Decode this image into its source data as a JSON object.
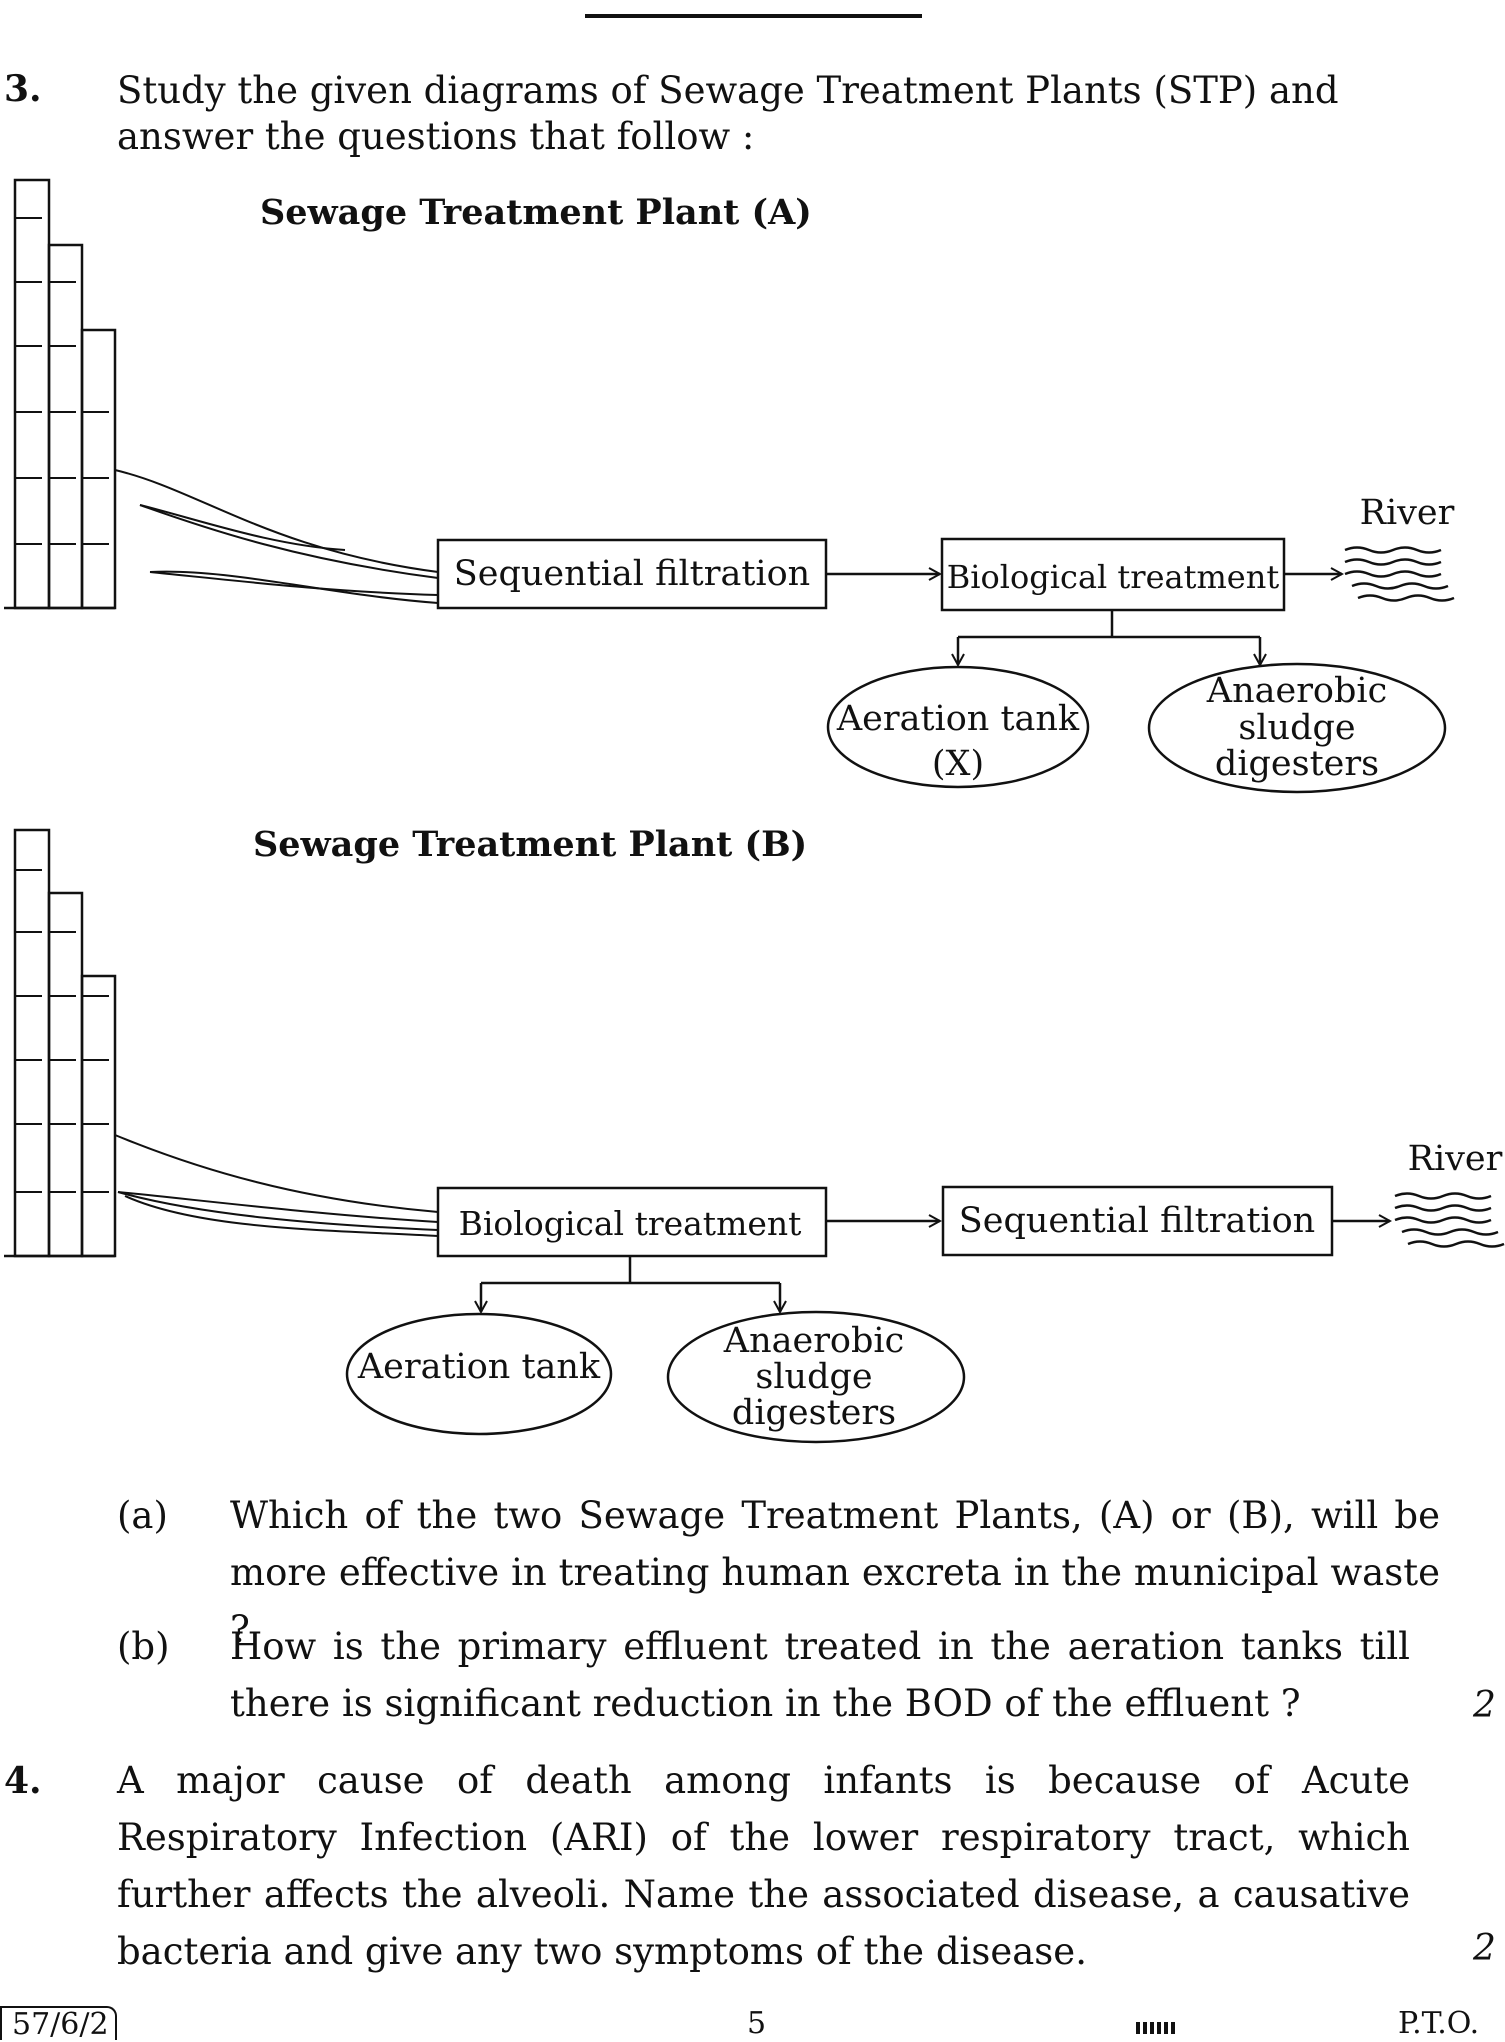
{
  "page": {
    "footer_code": "57/6/2",
    "page_number": "5",
    "pto": "P.T.O."
  },
  "q3": {
    "number": "3.",
    "text": "Study the given diagrams of Sewage Treatment Plants (STP) and answer the questions that follow :",
    "diagram_a": {
      "title": "Sewage Treatment Plant (A)",
      "box1": "Sequential filtration",
      "box2": "Biological treatment",
      "output": "River",
      "ellipse1_line1": "Aeration tank",
      "ellipse1_line2": "(X)",
      "ellipse2_line1": "Anaerobic",
      "ellipse2_line2": "sludge",
      "ellipse2_line3": "digesters"
    },
    "diagram_b": {
      "title": "Sewage Treatment Plant (B)",
      "box1": "Biological treatment",
      "box2": "Sequential filtration",
      "output": "River",
      "ellipse1_line1": "Aeration tank",
      "ellipse2_line1": "Anaerobic",
      "ellipse2_line2": "sludge",
      "ellipse2_line3": "digesters"
    },
    "parts": [
      {
        "label": "(a)",
        "text": "Which of the two Sewage Treatment Plants, (A) or (B), will be more effective in treating human excreta in the municipal waste ?"
      },
      {
        "label": "(b)",
        "text": "How is the primary effluent treated in the aeration tanks till there is significant reduction in the BOD of the effluent ?"
      }
    ],
    "marks": "2"
  },
  "q4": {
    "number": "4.",
    "text": "A major cause of death among infants is because of Acute Respiratory Infection (ARI) of the lower respiratory tract, which further affects the alveoli. Name the associated disease, a causative bacteria and give any two symptoms of the disease.",
    "marks": "2"
  }
}
